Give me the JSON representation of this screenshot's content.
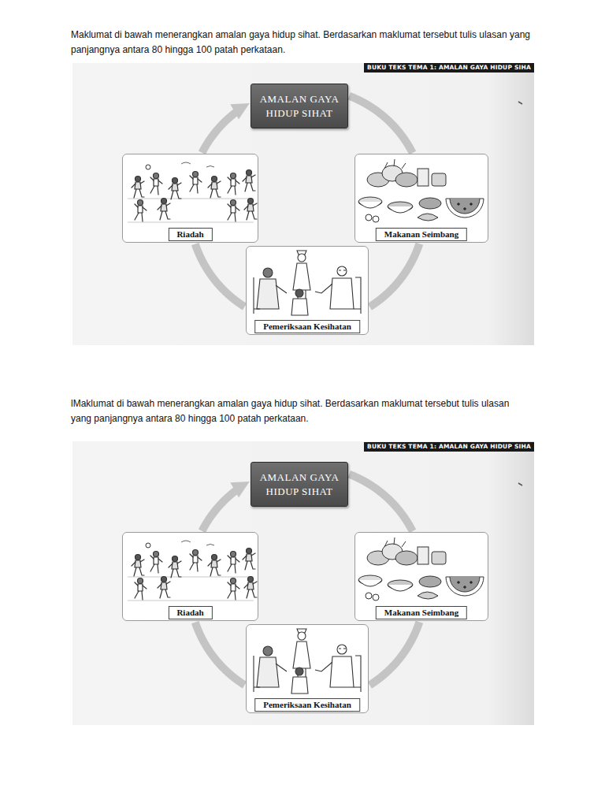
{
  "diagram": {
    "nodes": [
      {
        "text": [
          "AMALAN GAYA HIDUP SIHAT"
        ]
      },
      {
        "text": [
          "Riadah"
        ]
      },
      {
        "text": [
          "Makanan Seimbang"
        ]
      },
      {
        "text": [
          "Pemeriksaan Kesihatan"
        ]
      },
      {
        "text": [
          "AMALAN GAYA HIDUP SIHAT"
        ]
      },
      {
        "text": [
          "Riadah"
        ]
      },
      {
        "text": [
          "Makanan Seimbang"
        ]
      },
      {
        "text": [
          "Pemeriksaan Kesihatan"
        ]
      }
    ],
    "edges": [
      {
        "from": 0,
        "to": 2,
        "arrow": "none"
      },
      {
        "from": 2,
        "to": 3,
        "arrow": "none"
      },
      {
        "from": 3,
        "to": 1,
        "arrow": "none"
      },
      {
        "from": 1,
        "to": 0,
        "arrow": "to"
      },
      {
        "from": 4,
        "to": 6,
        "arrow": "none"
      },
      {
        "from": 6,
        "to": 7,
        "arrow": "none"
      },
      {
        "from": 7,
        "to": 5,
        "arrow": "none"
      },
      {
        "from": 5,
        "to": 4,
        "arrow": "to"
      }
    ],
    "labels": [
      "Maklumat di bawah menerangkan amalan gaya hidup sihat. Berdasarkan maklumat tersebut tulis ulasan yang panjangnya antara 80 hingga 100 patah perkataan.",
      "BUKU TEKS TEMA 1: AMALAN GAYA HIDUP SIHA",
      "lMaklumat di bawah menerangkan amalan gaya hidup sihat. Berdasarkan maklumat tersebut tulis ulasan yang panjangnya antara 80 hingga 100 patah perkataan.",
      "BUKU TEKS TEMA 1: AMALAN GAYA HIDUP SIHA"
    ]
  }
}
